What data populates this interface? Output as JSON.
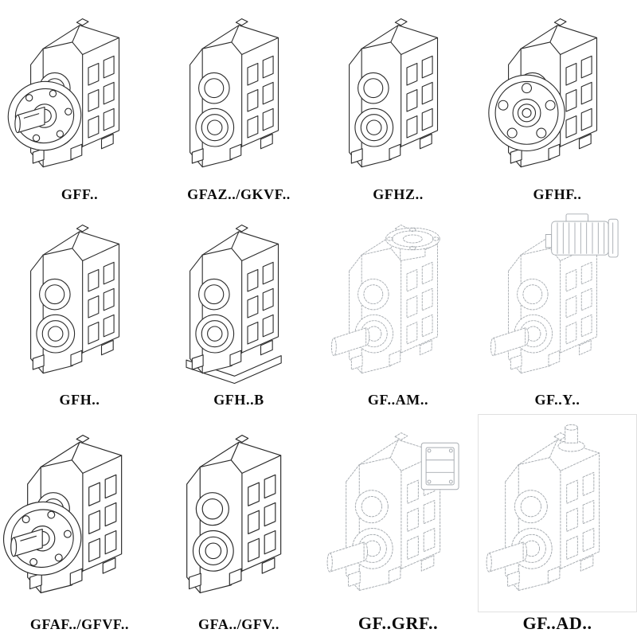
{
  "page": {
    "background": "#ffffff"
  },
  "colors": {
    "ink": "#2b2b2b",
    "faint": "#a7acb1"
  },
  "grid": {
    "rows": 3,
    "cols": 4,
    "items": [
      {
        "label": "GFF..",
        "drawing": "gearbox-flange-shaft-drawing"
      },
      {
        "label": "GFAZ../GKVF..",
        "drawing": "gearbox-hollow-bore-drawing"
      },
      {
        "label": "GFHZ..",
        "drawing": "gearbox-hollow-bore-drawing"
      },
      {
        "label": "GFHF..",
        "drawing": "gearbox-flange-face-drawing"
      },
      {
        "label": "GFH..",
        "drawing": "gearbox-hollow-bore-drawing"
      },
      {
        "label": "GFH..B",
        "drawing": "gearbox-hollow-bore-base-drawing"
      },
      {
        "label": "GF..AM..",
        "drawing": "gearbox-top-flange-faint-drawing"
      },
      {
        "label": "GF..Y..",
        "drawing": "gearbox-with-motor-faint-drawing"
      },
      {
        "label": "GFAF../GFVF..",
        "drawing": "gearbox-flange-shaft-drawing"
      },
      {
        "label": "GFA../GFV..",
        "drawing": "gearbox-hollow-bore-drawing"
      },
      {
        "label": "GF..GRF..",
        "drawing": "gearbox-adapter-faint-drawing"
      },
      {
        "label": "GF..AD..",
        "drawing": "gearbox-input-shaft-faint-drawing"
      }
    ]
  }
}
